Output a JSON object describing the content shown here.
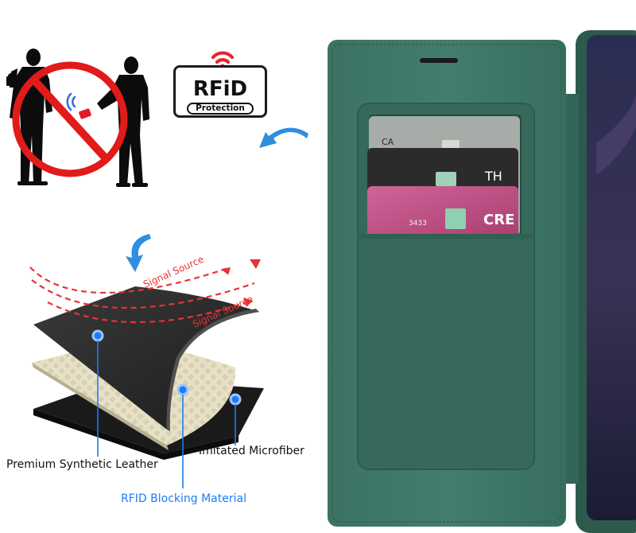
{
  "badge": {
    "word": "RFiD",
    "subtitle": "Protection"
  },
  "diagram": {
    "signal_labels": [
      "Signal Source",
      "Signal Source"
    ],
    "callouts": {
      "leather": "Premium Synthetic Leather",
      "microfiber": "Imitated Microfiber",
      "rfid": "RFID Blocking Material"
    }
  },
  "cards": {
    "front_text": "CRE",
    "front_number": "3433",
    "middle_text": "TH",
    "back_text": "CA"
  },
  "colors": {
    "case_green": "#3f7767",
    "case_green_dark": "#2f6052",
    "rfid_ban_red": "#e11a1a",
    "signal_red": "#e53434",
    "callout_blue": "#1e7cf2",
    "arrow_blue": "#2e8fe0",
    "leather_black": "#2a2a2a",
    "mesh_beige": "#e3dcc2",
    "card_pink": "#c34f84"
  },
  "icons": {
    "ban": "prohibition-icon",
    "wifi": "wifi-waves-icon",
    "arrows": [
      "curved-arrow-left-icon",
      "curved-arrow-down-icon"
    ]
  }
}
